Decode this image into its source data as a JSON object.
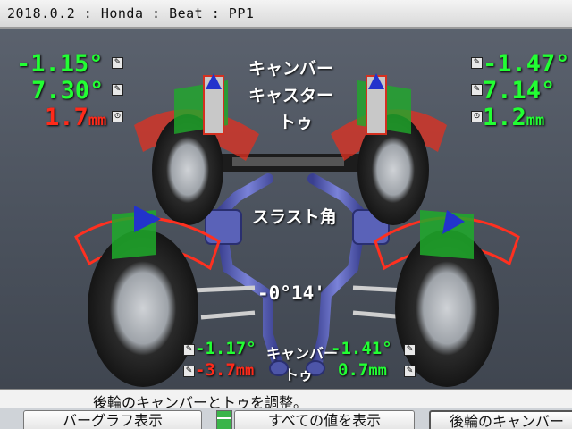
{
  "window": {
    "title": "2018.0.2 : Honda  : Beat  : PP1"
  },
  "front": {
    "left": {
      "camber": "-1.15°",
      "caster": "7.30°",
      "toe_value": "1.7",
      "toe_unit": "mm"
    },
    "right": {
      "camber": "-1.47°",
      "caster": "7.14°",
      "toe_value": "1.2",
      "toe_unit": "mm"
    },
    "labels": {
      "camber": "キャンバー",
      "caster": "キャスター",
      "toe": "トゥ"
    }
  },
  "thrust": {
    "label": "スラスト角",
    "value": "-0°14'"
  },
  "rear": {
    "left": {
      "camber": "-1.17°",
      "toe_value": "-3.7",
      "toe_unit": "mm"
    },
    "right": {
      "camber": "-1.41°",
      "toe_value": "0.7",
      "toe_unit": "mm"
    },
    "labels": {
      "camber": "キャンバー",
      "toe": "トゥ"
    }
  },
  "status": {
    "message": "後輪のキャンバーとトゥを調整。"
  },
  "buttons": {
    "bargraph": "バーグラフ表示",
    "all_values": "すべての値を表示",
    "rear_camber": "後輪のキャンバー"
  },
  "colors": {
    "in_spec": "#22ff33",
    "out_of_spec": "#ff2a1a",
    "exhaust": "#5a62b8"
  }
}
